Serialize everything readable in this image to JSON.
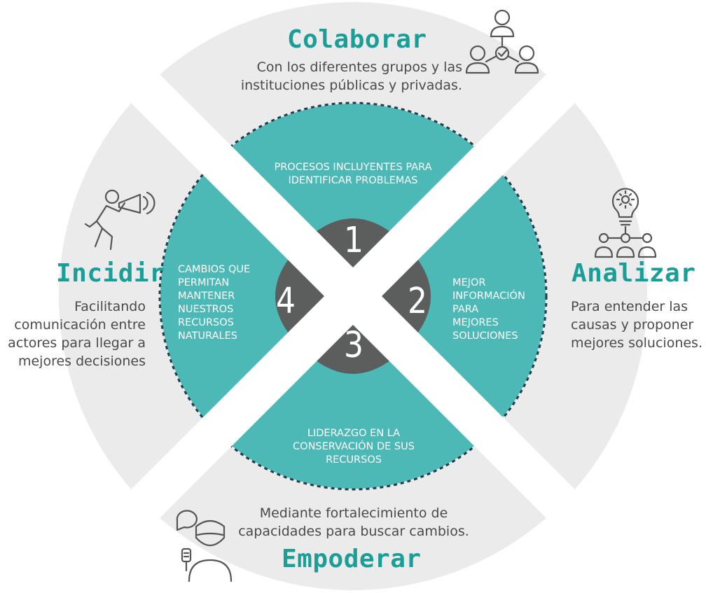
{
  "colors": {
    "outer_ring": "#ebebeb",
    "inner_circle": "#4cb9b6",
    "center_petals": "#5c5d5d",
    "title": "#1a9e98",
    "text": "#4a4a4a",
    "icon_stroke": "#555555"
  },
  "colaborar": {
    "title": "Colaborar",
    "desc": [
      "Con los diferentes grupos y las",
      "instituciones públicas y privadas."
    ],
    "icon": "group-network-icon"
  },
  "analizar": {
    "title": "Analizar",
    "desc": [
      "Para entender las",
      "causas y proponer",
      "mejores soluciones."
    ],
    "icon": "lightbulb-network-icon"
  },
  "empoderar": {
    "title": "Empoderar",
    "desc": [
      "Mediante fortalecimiento de",
      "capacidades para buscar cambios."
    ],
    "icon": "speaker-person-icon"
  },
  "incidir": {
    "title": "Incidir",
    "desc": [
      "Facilitando",
      "comunicación entre",
      "actores para llegar a",
      "mejores decisiones"
    ],
    "icon": "megaphone-person-icon"
  },
  "quadrants": [
    {
      "number": "1",
      "text": [
        "PROCESOS INCLUYENTES PARA",
        "IDENTIFICAR PROBLEMAS"
      ]
    },
    {
      "number": "2",
      "text": [
        "MEJOR",
        "INFORMACIÓN",
        "PARA",
        "MEJORES",
        "SOLUCIONES"
      ]
    },
    {
      "number": "3",
      "text": [
        "LIDERAZGO EN LA",
        "CONSERVACIÓN DE SUS",
        "RECURSOS"
      ]
    },
    {
      "number": "4",
      "text": [
        "CAMBIOS QUE",
        "PERMITAN",
        "MANTENER",
        "NUESTROS",
        "RECURSOS",
        "NATURALES"
      ]
    }
  ]
}
